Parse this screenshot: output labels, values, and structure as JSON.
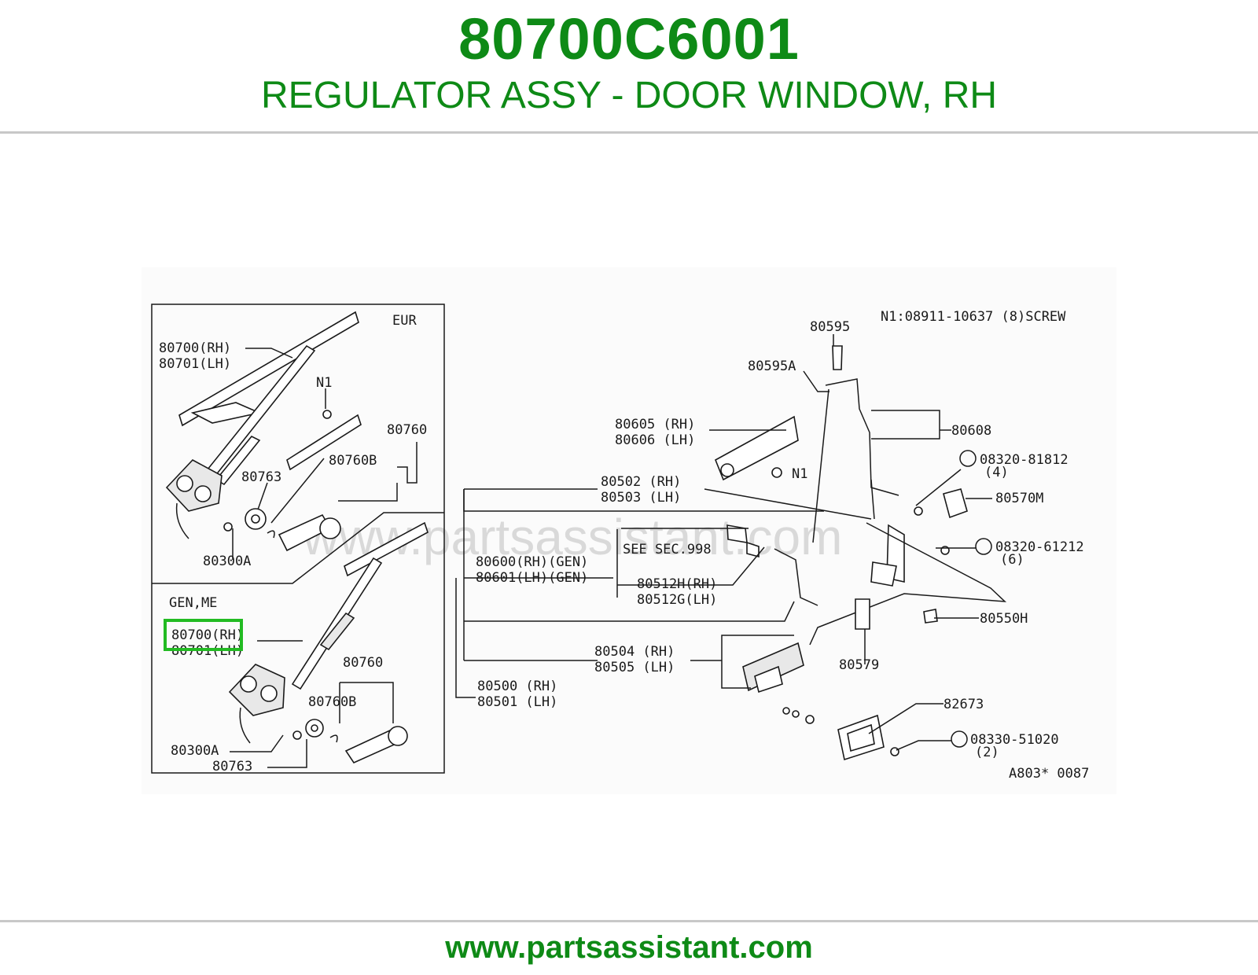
{
  "header": {
    "part_number": "80700C6001",
    "description": "REGULATOR ASSY - DOOR WINDOW, RH"
  },
  "footer": {
    "url": "www.partsassistant.com"
  },
  "diagram": {
    "watermark": "www.partsassistant.com",
    "highlight_color": "#22bb22",
    "brand_color": "#0e8a16",
    "labels": {
      "eur": "EUR",
      "eur_80700": "80700(RH)",
      "eur_80701": "80701(LH)",
      "eur_n1": "N1",
      "eur_80760": "80760",
      "eur_80760b": "80760B",
      "eur_80763": "80763",
      "eur_80300a": "80300A",
      "gen": "GEN,ME",
      "gen_80700": "80700(RH)",
      "gen_80701": "80701(LH)",
      "gen_80760": "80760",
      "gen_80760b": "80760B",
      "gen_80300a": "80300A",
      "gen_80763": "80763",
      "screw_note": "N1:08911-10637 (8)SCREW",
      "p80595": "80595",
      "p80595a": "80595A",
      "p80605": "80605 (RH)",
      "p80606": "80606 (LH)",
      "p80608": "80608",
      "n1": "N1",
      "s81812": "08320-81812",
      "s81812_qty": "(4)",
      "p80502": "80502 (RH)",
      "p80503": "80503 (LH)",
      "p80570m": "80570M",
      "see_sec": "SEE SEC.998",
      "s61212": "08320-61212",
      "s61212_qty": "(6)",
      "p80600": "80600(RH)(GEN)",
      "p80601": "80601(LH)(GEN)",
      "p80512h": "80512H(RH)",
      "p80512g": "80512G(LH)",
      "p80550h": "80550H",
      "p80504": "80504 (RH)",
      "p80505": "80505 (LH)",
      "p80579": "80579",
      "p80500": "80500 (RH)",
      "p80501": "80501 (LH)",
      "p82673": "82673",
      "s51020": "08330-51020",
      "s51020_qty": "(2)",
      "ref": "A803* 0087"
    }
  }
}
